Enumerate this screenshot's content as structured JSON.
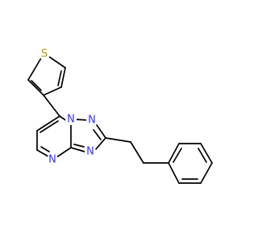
{
  "molecule": {
    "colors": {
      "bond": "#000000",
      "nitrogen": "#3333ff",
      "sulfur": "#b3a100",
      "background": "#ffffff"
    },
    "atoms": [
      {
        "id": "S",
        "label": "S",
        "element": "S"
      },
      {
        "id": "N1",
        "label": "N",
        "element": "N"
      },
      {
        "id": "N2",
        "label": "N",
        "element": "N"
      },
      {
        "id": "N3",
        "label": "N",
        "element": "N"
      },
      {
        "id": "N4",
        "label": "N",
        "element": "N"
      }
    ]
  }
}
